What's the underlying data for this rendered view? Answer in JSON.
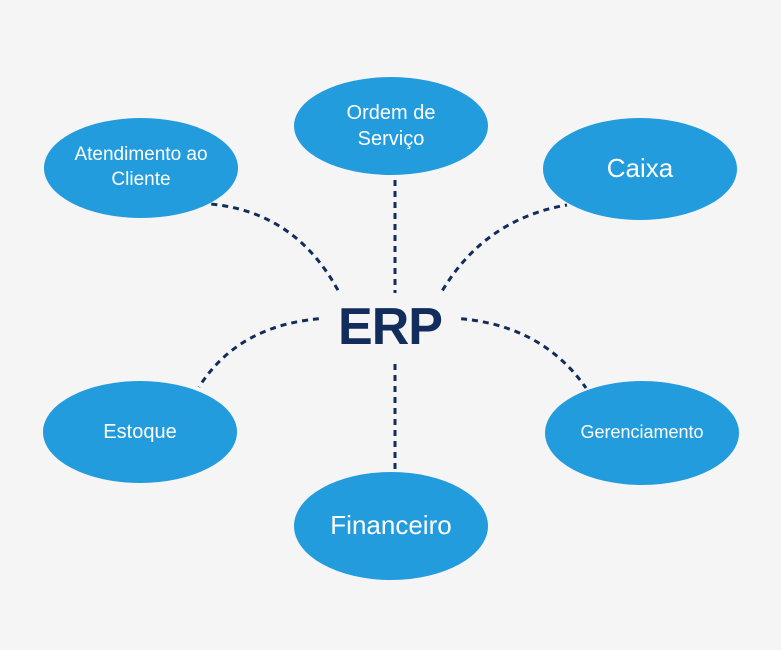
{
  "diagram": {
    "hub": {
      "label": "ERP"
    },
    "nodes": [
      {
        "id": "atendimento",
        "label": "Atendimento ao\nCliente"
      },
      {
        "id": "ordem",
        "label": "Ordem de\nServiço"
      },
      {
        "id": "caixa",
        "label": "Caixa"
      },
      {
        "id": "estoque",
        "label": "Estoque"
      },
      {
        "id": "financeiro",
        "label": "Financeiro"
      },
      {
        "id": "gerenciamento",
        "label": "Gerenciamento"
      }
    ],
    "colors": {
      "background": "#f5f5f5",
      "node_fill": "#239cde",
      "node_text": "#ffffff",
      "hub_text": "#122c5b",
      "link_stroke": "#122c5b"
    }
  }
}
